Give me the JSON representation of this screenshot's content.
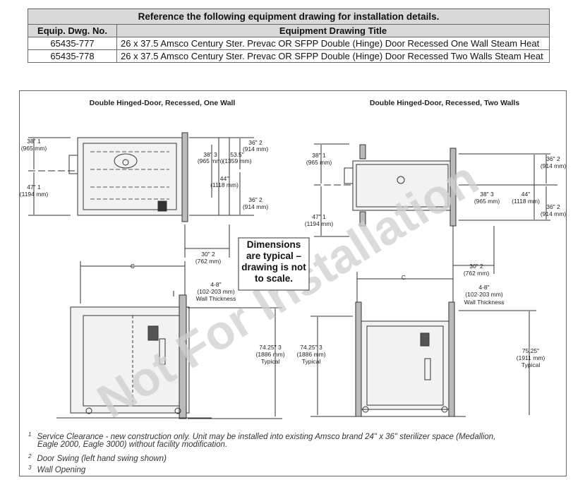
{
  "table": {
    "caption": "Reference the following equipment drawing for installation details.",
    "headers": [
      "Equip. Dwg. No.",
      "Equipment Drawing Title"
    ],
    "rows": [
      {
        "number": "65435-777",
        "title": "26 x 37.5 Amsco Century Ster. Prevac OR SFPP Double (Hinge) Door Recessed One Wall Steam Heat"
      },
      {
        "number": "65435-778",
        "title": "26 x 37.5 Amsco Century Ster. Prevac OR SFPP Double (Hinge) Door Recessed Two Walls Steam Heat"
      }
    ]
  },
  "drawing": {
    "left_title": "Double Hinged-Door, Recessed, One Wall",
    "right_title": "Double Hinged-Door, Recessed, Two Walls",
    "note_box": "Dimensions are typical – drawing is not to scale.",
    "watermark": "Not For Installation",
    "left_dims": {
      "d38": "38\" 1",
      "d38mm": "(965 mm)",
      "d47": "47\" 1",
      "d47mm": "(1194 mm)",
      "d38b": "38\" 3",
      "d38bmm": "(965 mm)",
      "d44": "44\"",
      "d44mm": "(1118 mm)",
      "d535": "53.5\"",
      "d535mm": "(1359 mm)",
      "d36a": "36\" 2",
      "d36amm": "(914 mm)",
      "d36b": "36\" 2",
      "d36bmm": "(914 mm)",
      "d30": "30\" 2",
      "d30mm": "(762 mm)",
      "c": "C",
      "wall": "4-8\"",
      "wallmm": "(102-203 mm)",
      "wall_label": "Wall Thickness",
      "h": "74.25\" 3",
      "hmm": "(1886 mm)",
      "typical": "Typical"
    },
    "right_dims": {
      "d38": "38\" 1",
      "d38mm": "(965 mm)",
      "d47": "47\" 1",
      "d47mm": "(1194 mm)",
      "d38b": "38\" 3",
      "d38bmm": "(965 mm)",
      "d44": "44\"",
      "d44mm": "(1118 mm)",
      "d36a": "36\" 2",
      "d36amm": "(914 mm)",
      "d36b": "36\" 2",
      "d36bmm": "(914 mm)",
      "d30": "30\" 2",
      "d30mm": "(762 mm)",
      "c": "C",
      "wall": "4-8\"",
      "wallmm": "(102-203 mm)",
      "wall_label": "Wall Thickness",
      "h": "74.25\" 3",
      "hmm": "(1886 mm)",
      "typical": "Typical",
      "h2": "75.25\"",
      "h2mm": "(1911 mm)",
      "typical2": "Typical"
    }
  },
  "footnotes": [
    {
      "mark": "1",
      "text": "Service Clearance - new construction only. Unit may be installed into existing Amsco brand 24\" x 36\" sterilizer space (Medallion,"
    },
    {
      "mark": "",
      "text": "Eagle 2000, Eagle 3000) without facility modification."
    },
    {
      "mark": "2",
      "text": "Door Swing (left hand swing shown)"
    },
    {
      "mark": "3",
      "text": "Wall Opening"
    }
  ]
}
